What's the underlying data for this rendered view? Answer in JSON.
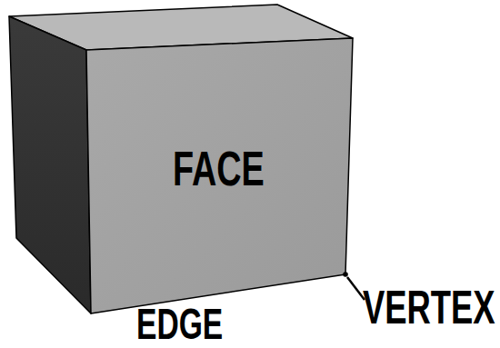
{
  "diagram": {
    "labels": [
      "FACE",
      "EDGE",
      "VERTEX"
    ]
  }
}
